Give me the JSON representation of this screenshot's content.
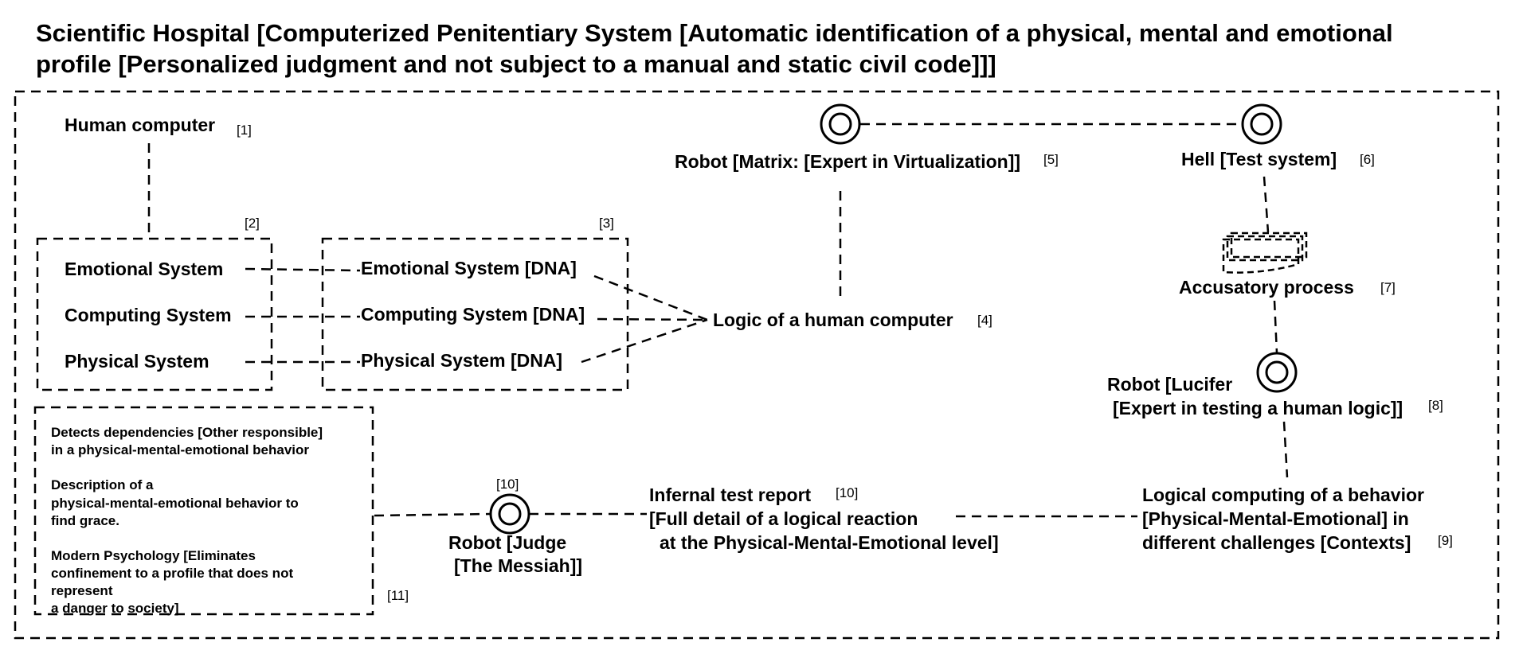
{
  "title": {
    "line1": "Scientific Hospital [Computerized Penitentiary System [Automatic identification of a physical, mental and emotional",
    "line2": "profile [Personalized judgment and not subject to a manual and static civil code]]]"
  },
  "human_computer": {
    "label": "Human computer",
    "ref": "[1]"
  },
  "systems_box": {
    "ref": "[2]",
    "items": [
      "Emotional System",
      "Computing System",
      "Physical System"
    ]
  },
  "dna_box": {
    "ref": "[3]",
    "items": [
      "Emotional System [DNA]",
      "Computing System [DNA]",
      "Physical System [DNA]"
    ]
  },
  "logic": {
    "label": "Logic of a human computer",
    "ref": "[4]"
  },
  "robot_matrix": {
    "label": "Robot [Matrix: [Expert in Virtualization]]",
    "ref": "[5]"
  },
  "hell": {
    "label": "Hell [Test system]",
    "ref": "[6]"
  },
  "accusatory": {
    "label": "Accusatory process",
    "ref": "[7]"
  },
  "robot_lucifer": {
    "line1": "Robot [Lucifer",
    "line2": "[Expert in testing a human logic]]",
    "ref": "[8]"
  },
  "logical_computing": {
    "line1": "Logical computing of a behavior",
    "line2": "[Physical-Mental-Emotional] in",
    "line3": "different challenges [Contexts]",
    "ref": "[9]"
  },
  "infernal_report": {
    "line1": "Infernal test report",
    "line2": "[Full detail of a logical reaction",
    "line3": "at the Physical-Mental-Emotional level]",
    "ref": "[10]"
  },
  "robot_judge": {
    "line1": "Robot [Judge",
    "line2": "[The Messiah]]",
    "ref": "[10]"
  },
  "note_box": {
    "ref": "[11]",
    "lines": [
      "Detects dependencies [Other responsible]",
      "in a physical-mental-emotional behavior",
      "Description of a",
      "physical-mental-emotional behavior  to",
      "find grace.",
      "Modern Psychology [Eliminates",
      "confinement to a profile that does not",
      "represent",
      "a danger to society]"
    ]
  }
}
